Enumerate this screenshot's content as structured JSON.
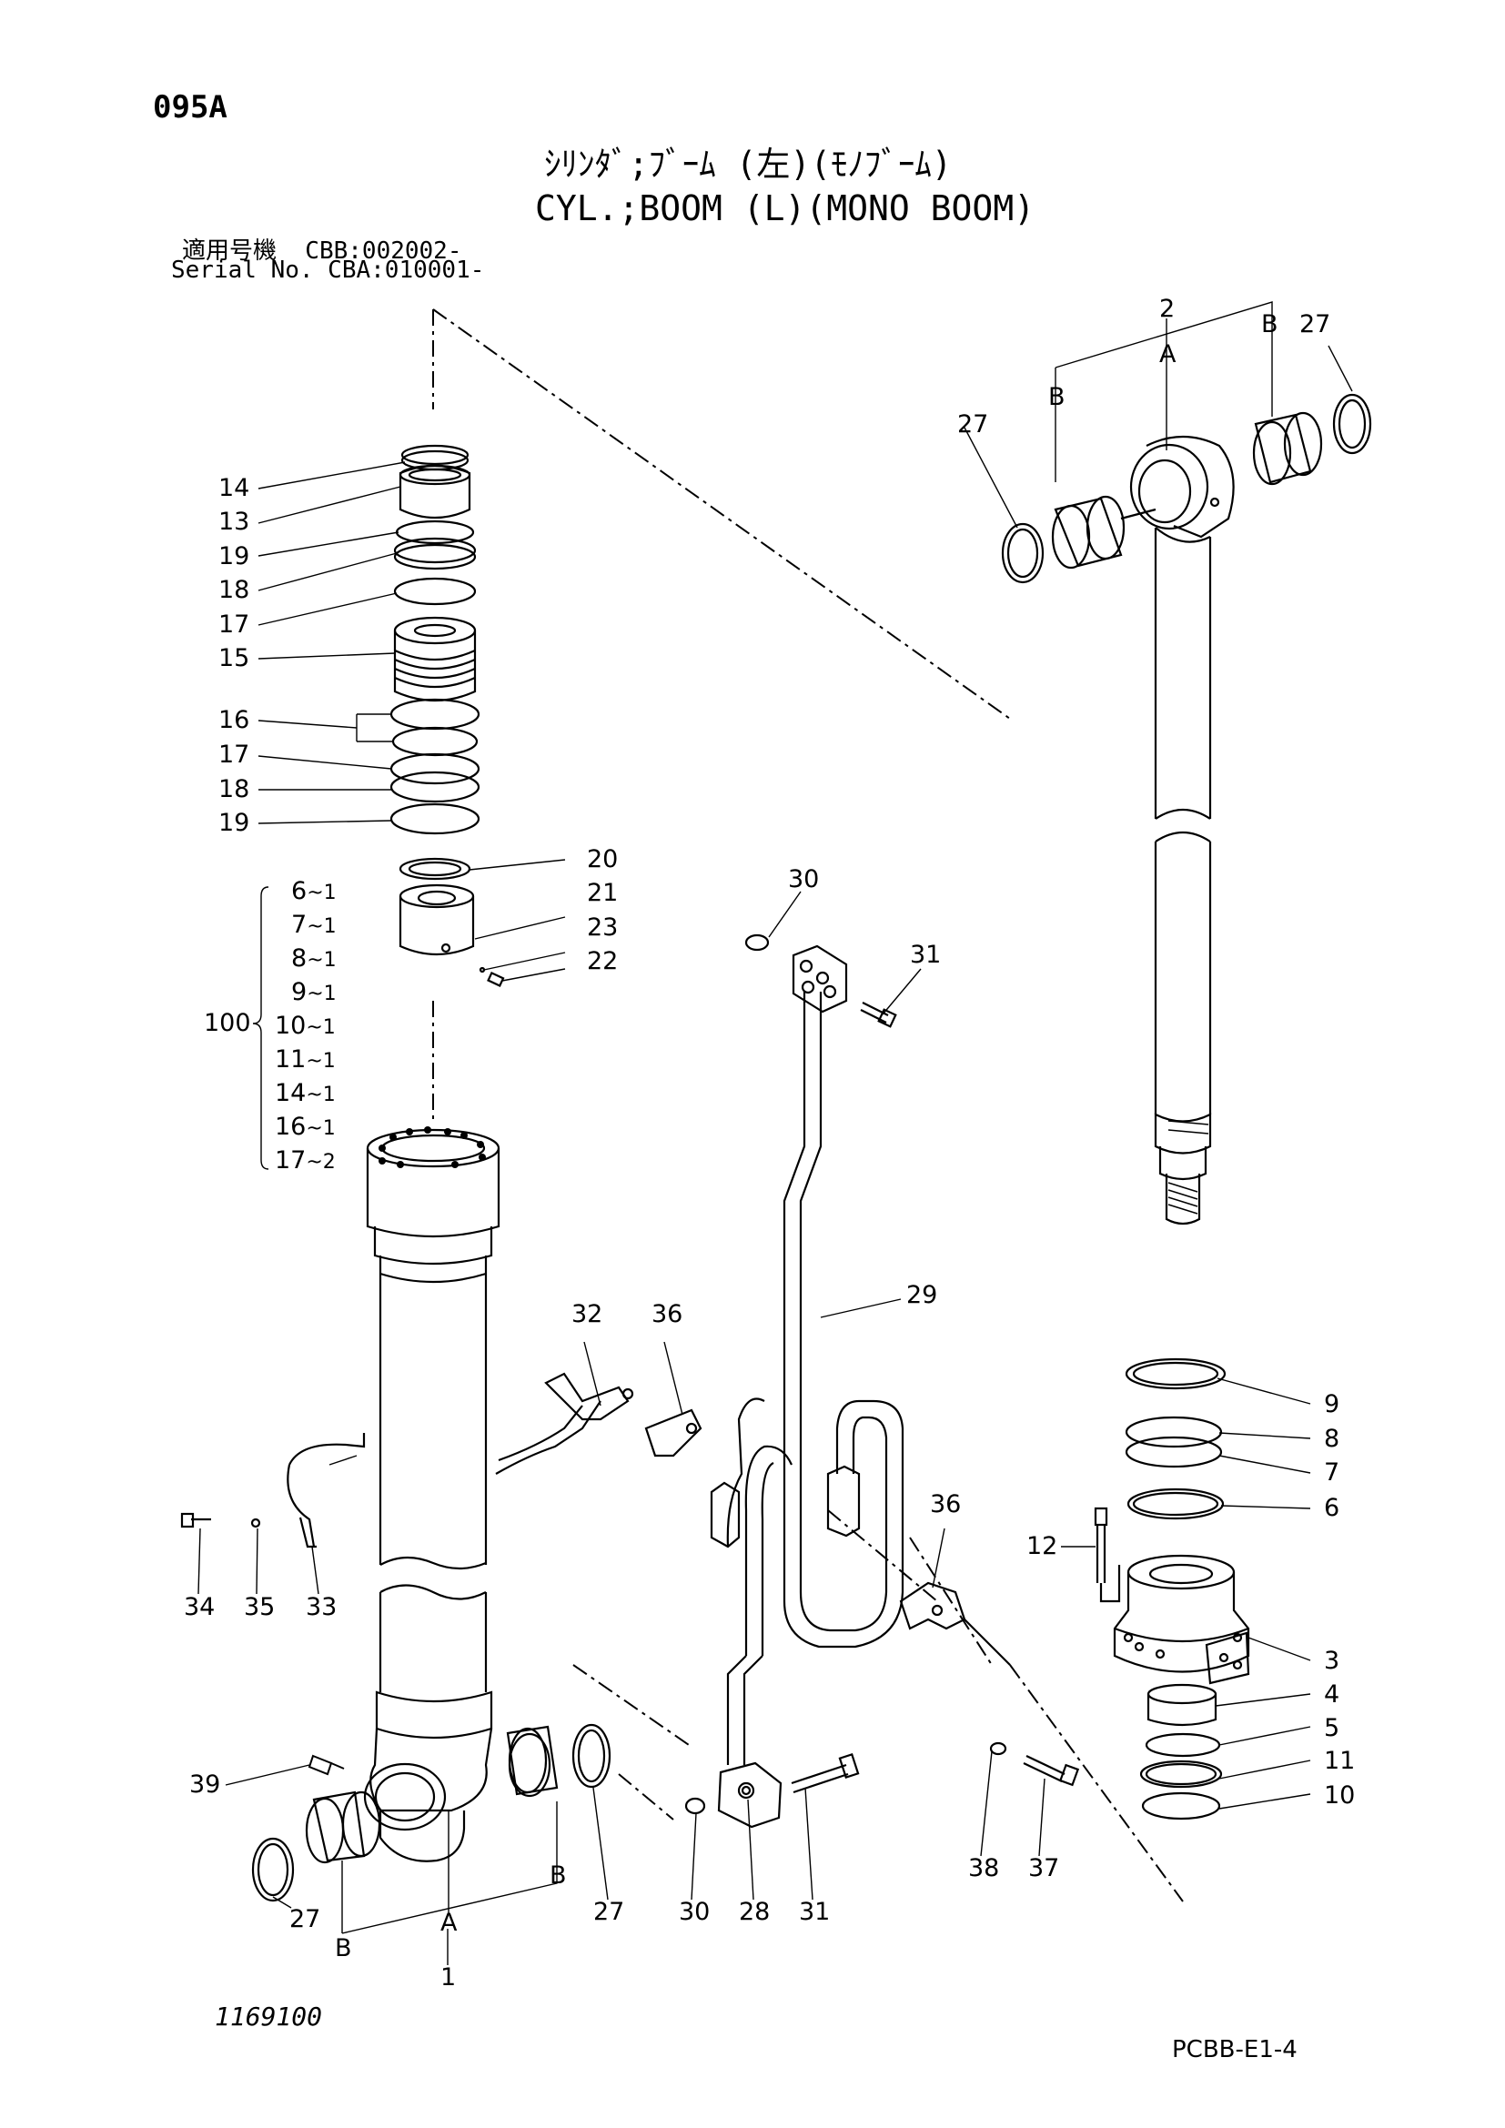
{
  "header": {
    "page_code": "095A",
    "title_jp": "ｼﾘﾝﾀﾞ;ﾌﾞｰﾑ (左)(ﾓﾉﾌﾞｰﾑ)",
    "title_en": "CYL.;BOOM (L)(MONO BOOM)",
    "serial_line_1": "適用号機  CBB:002002-",
    "serial_line_2": "Serial No. CBA:010001-"
  },
  "footer": {
    "drawing_number": "1169100",
    "page_reference": "PCBB-E1-4"
  },
  "callouts": {
    "c14": "14",
    "c13": "13",
    "c19a": "19",
    "c18a": "18",
    "c17a": "17",
    "c15": "15",
    "c16": "16",
    "c17b": "17",
    "c18b": "18",
    "c19b": "19",
    "c20": "20",
    "c21": "21",
    "c23": "23",
    "c22": "22",
    "c2": "2",
    "cB_top": "B",
    "cA_top": "A",
    "cB_top_left": "B",
    "c27_tr": "27",
    "c27_tl": "27",
    "c30_top": "30",
    "c31_top": "31",
    "c29": "29",
    "c32": "32",
    "c36a": "36",
    "c36b": "36",
    "c9": "9",
    "c8": "8",
    "c7": "7",
    "c6": "6",
    "c12": "12",
    "c3": "3",
    "c4": "4",
    "c5": "5",
    "c11": "11",
    "c10": "10",
    "c34": "34",
    "c35": "35",
    "c33": "33",
    "c39": "39",
    "c27_bl": "27",
    "c27_bm": "27",
    "c30_bot": "30",
    "c28": "28",
    "c31_bot": "31",
    "c38": "38",
    "c37": "37",
    "cA_bot": "A",
    "cB_bot_r": "B",
    "cB_bot_l": "B",
    "c1": "1"
  },
  "kit": {
    "label": "100",
    "items": [
      {
        "part": "6",
        "qty": "1"
      },
      {
        "part": "7",
        "qty": "1"
      },
      {
        "part": "8",
        "qty": "1"
      },
      {
        "part": "9",
        "qty": "1"
      },
      {
        "part": "10",
        "qty": "1"
      },
      {
        "part": "11",
        "qty": "1"
      },
      {
        "part": "14",
        "qty": "1"
      },
      {
        "part": "16",
        "qty": "1"
      },
      {
        "part": "17",
        "qty": "2"
      }
    ]
  }
}
